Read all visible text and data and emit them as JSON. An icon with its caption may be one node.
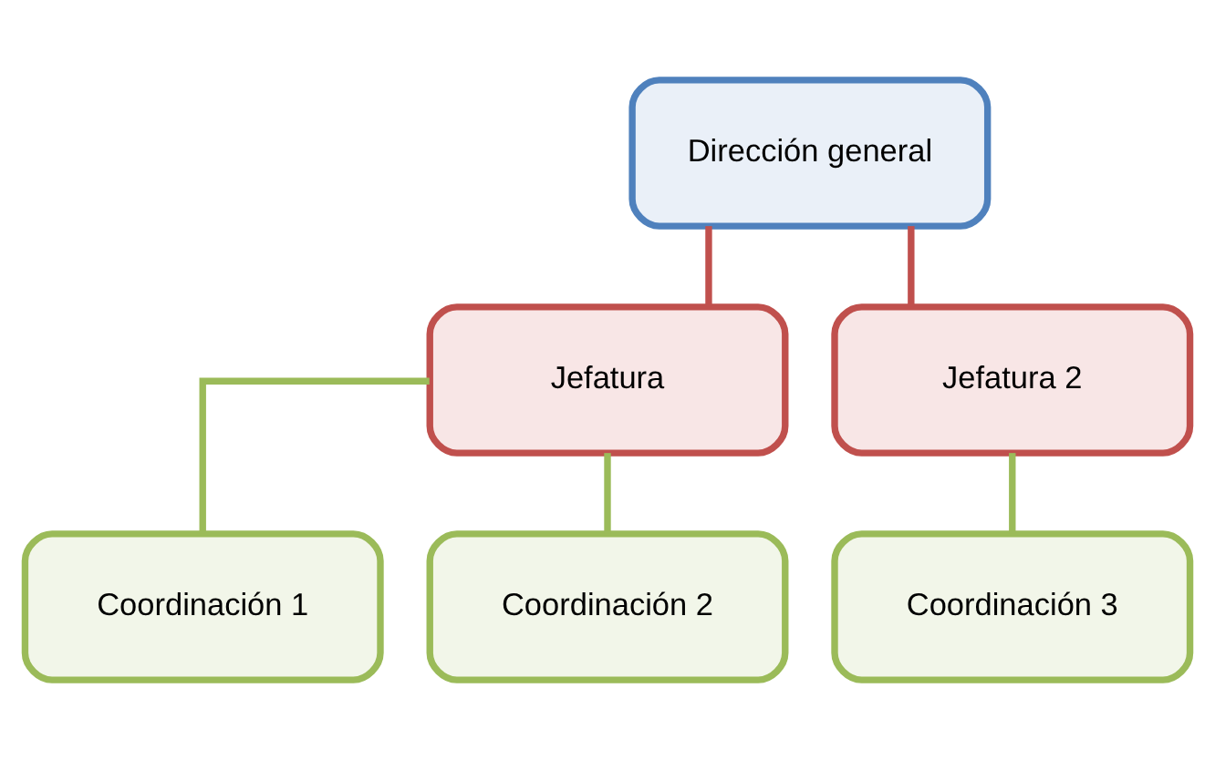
{
  "diagram": {
    "nodes": [
      {
        "text": [
          "Dirección general"
        ]
      },
      {
        "text": [
          "Jefatura"
        ]
      },
      {
        "text": [
          "Jefatura 2"
        ]
      },
      {
        "text": [
          "Coordinación 1"
        ]
      },
      {
        "text": [
          "Coordinación 2"
        ]
      },
      {
        "text": [
          "Coordinación 3"
        ]
      }
    ],
    "edges": [
      {
        "from": 0,
        "to": 1,
        "arrow": "none",
        "color": "#c0504d"
      },
      {
        "from": 0,
        "to": 2,
        "arrow": "none",
        "color": "#c0504d"
      },
      {
        "from": 1,
        "to": 3,
        "arrow": "none"
      },
      {
        "from": 1,
        "to": 4,
        "arrow": "none"
      },
      {
        "from": 2,
        "to": 5,
        "arrow": "none"
      }
    ]
  }
}
